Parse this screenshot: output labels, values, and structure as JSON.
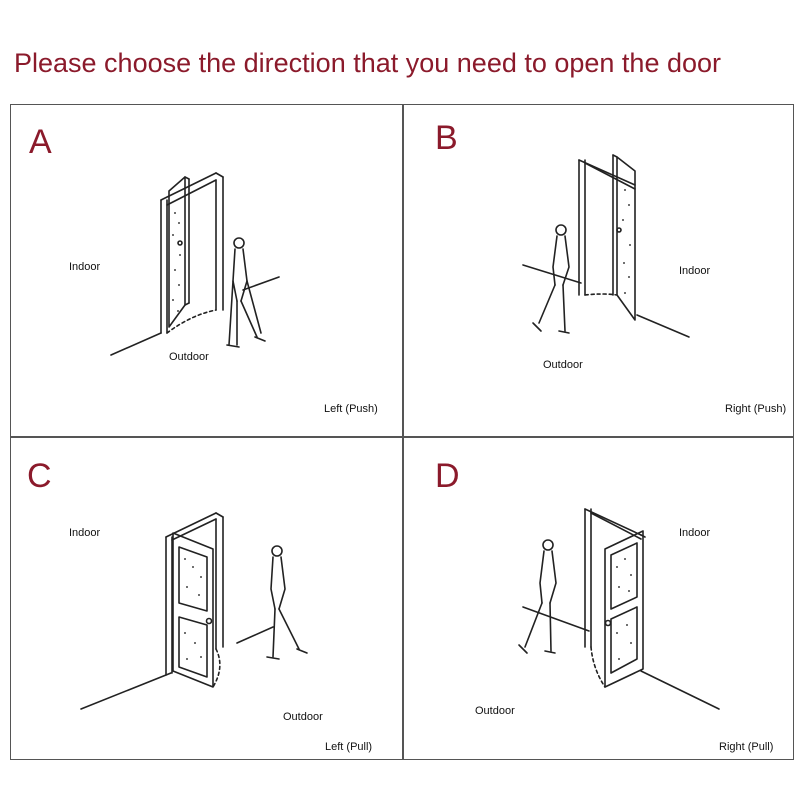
{
  "title": "Please choose the direction that you need to open the door",
  "options": [
    {
      "letter": "A",
      "indoor": "Indoor",
      "outdoor": "Outdoor",
      "caption": "Left (Push)"
    },
    {
      "letter": "B",
      "indoor": "Indoor",
      "outdoor": "Outdoor",
      "caption": "Right (Push)"
    },
    {
      "letter": "C",
      "indoor": "Indoor",
      "outdoor": "Outdoor",
      "caption": "Left (Pull)"
    },
    {
      "letter": "D",
      "indoor": "Indoor",
      "outdoor": "Outdoor",
      "caption": "Right (Pull)"
    }
  ],
  "colors": {
    "accent": "#8b1a2b",
    "line": "#555555",
    "ink": "#111111"
  },
  "icons": [
    "door-push-left-icon",
    "door-push-right-icon",
    "door-pull-left-icon",
    "door-pull-right-icon",
    "person-icon"
  ]
}
